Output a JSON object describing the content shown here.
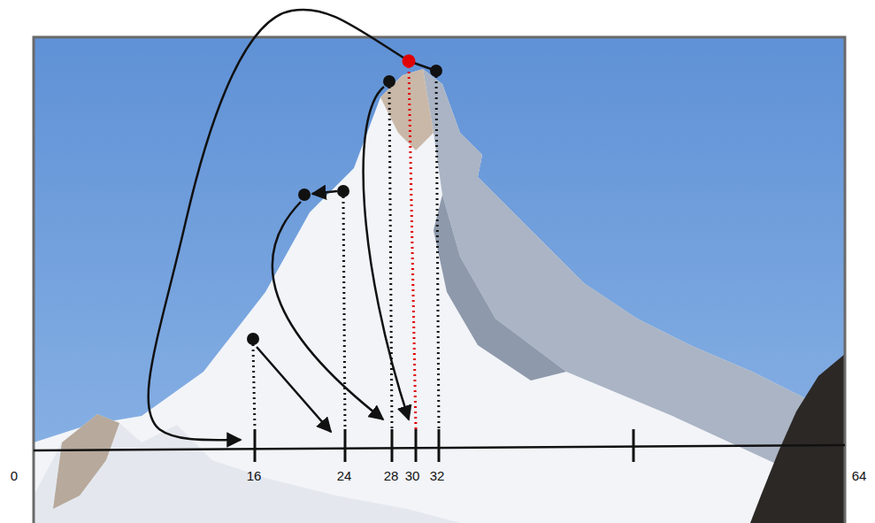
{
  "diagram": {
    "labels": [
      "0",
      "16",
      "24",
      "28",
      "30",
      "32",
      "64"
    ]
  }
}
